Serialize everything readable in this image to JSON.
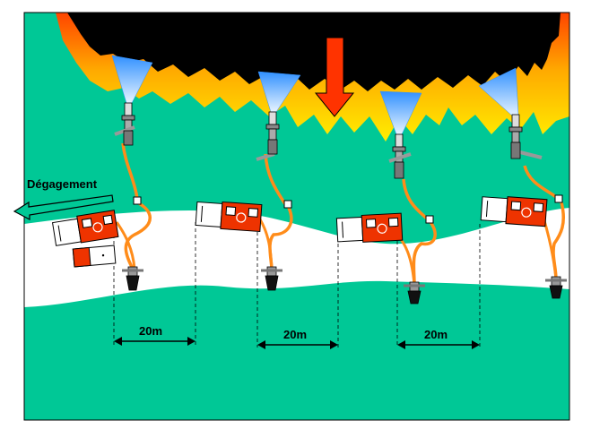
{
  "labels": {
    "exit": "Dégagement",
    "distance": [
      "20m",
      "20m",
      "20m"
    ]
  },
  "colors": {
    "ground": "#00c896",
    "road": "#ffffff",
    "smoke": "#000000",
    "fire_dark": "#ff4400",
    "fire_mid": "#ffaa00",
    "fire_light": "#ffee00",
    "hose": "#ff8c1a",
    "truck": "#ee3300",
    "arrow_down": "#ff3300",
    "exit_arrow": "#00c896",
    "spray": "#4aa0ff"
  },
  "icons": [
    "truck-icon",
    "nozzle-icon",
    "hydrant-icon",
    "water-spray-icon",
    "car-icon",
    "fire-icon"
  ]
}
